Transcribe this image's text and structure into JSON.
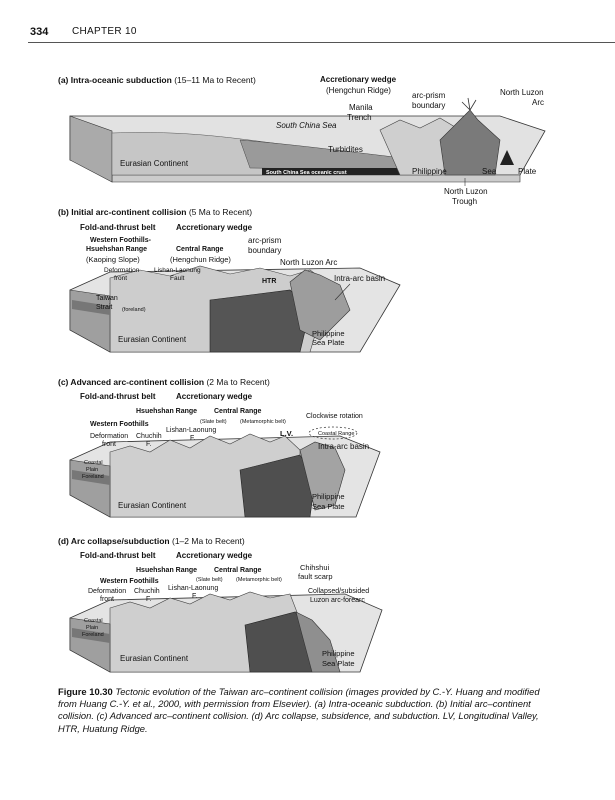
{
  "header": {
    "page_number": "334",
    "chapter": "CHAPTER 10"
  },
  "panels": {
    "a": {
      "title_bold": "(a)  Intra-oceanic subduction",
      "title_rest": " (15–11 Ma to Recent)",
      "labels": {
        "accretionary_wedge": "Accretionary wedge",
        "hengchun_ridge": "(Hengchun Ridge)",
        "manila_1": "Manila",
        "manila_2": "Trench",
        "arc_prism_1": "arc-prism",
        "arc_prism_2": "boundary",
        "north_luzon_arc_1": "North Luzon",
        "north_luzon_arc_2": "Arc",
        "south_china_sea": "South China Sea",
        "turbidites": "Turbidites",
        "eurasian": "Eurasian Continent",
        "scs_crust": "South China Sea oceanic crust",
        "philippine": "Philippine",
        "sea": "Sea",
        "plate": "Plate",
        "trough_1": "North Luzon",
        "trough_2": "Trough"
      }
    },
    "b": {
      "title_bold": "(b)  Initial arc-continent collision",
      "title_rest": " (5 Ma to Recent)",
      "labels": {
        "fold_thrust": "Fold-and-thrust belt",
        "accretionary_wedge": "Accretionary wedge",
        "western_foothills_1": "Western Foothills-",
        "western_foothills_2": "Hsuehshan Range",
        "kaoping": "(Kaoping Slope)",
        "central_range": "Central Range",
        "hengchun": "(Hengchun Ridge)",
        "arc_prism_1": "arc-prism",
        "arc_prism_2": "boundary",
        "deformation_1": "Deformation",
        "deformation_2": "front",
        "lishan_1": "Lishan-Laonung",
        "lishan_2": "Fault",
        "north_luzon_arc": "North Luzon Arc",
        "htr": "HTR",
        "intra_arc": "Intra-arc basin",
        "taiwan_1": "Taiwan",
        "taiwan_2": "Strait",
        "foreland": "(foreland)",
        "eurasian": "Eurasian Continent",
        "ps_plate_1": "Philippine",
        "ps_plate_2": "Sea Plate"
      }
    },
    "c": {
      "title_bold": "(c)  Advanced arc-continent collision",
      "title_rest": " (2 Ma to Recent)",
      "labels": {
        "fold_thrust": "Fold-and-thrust belt",
        "accretionary_wedge": "Accretionary wedge",
        "hsuehshan": "Hsuehshan Range",
        "central_range": "Central Range",
        "slate_belt": "(Slate belt)",
        "metamorphic_belt": "(Metamorphic belt)",
        "clockwise": "Clockwise rotation",
        "western_foothills": "Western Foothills",
        "deformation_1": "Deformation",
        "deformation_2": "front",
        "chuchih_1": "Chuchih",
        "chuchih_2": "F.",
        "lishan_1": "Lishan-Laonung",
        "lishan_2": "F.",
        "lv": "L.V.",
        "coastal_range": "Coastal Range",
        "intra_arc": "Intra-arc basin",
        "coastal_plain_1": "Coastal",
        "coastal_plain_2": "Plain",
        "coastal_plain_3": "Foreland",
        "eurasian": "Eurasian Continent",
        "ps_plate_1": "Philippine",
        "ps_plate_2": "Sea Plate"
      }
    },
    "d": {
      "title_bold": "(d)  Arc collapse/subduction",
      "title_rest": " (1–2 Ma to Recent)",
      "labels": {
        "fold_thrust": "Fold-and-thrust belt",
        "accretionary_wedge": "Accretionary wedge",
        "hsuehshan": "Hsuehshan Range",
        "central_range": "Central Range",
        "slate_belt": "(Slate belt)",
        "metamorphic_belt": "(Metamorphic belt)",
        "chihshui_1": "Chihshui",
        "chihshui_2": "fault scarp",
        "western_foothills": "Western Foothills",
        "deformation_1": "Deformation",
        "deformation_2": "front",
        "chuchih_1": "Chuchih",
        "chuchih_2": "F.",
        "lishan_1": "Lishan-Laonung",
        "lishan_2": "F.",
        "collapsed_1": "Collapsed/subsided",
        "collapsed_2": "Luzon arc-forearc",
        "coastal_plain_1": "Coastal",
        "coastal_plain_2": "Plain",
        "coastal_plain_3": "Foreland",
        "eurasian": "Eurasian Continent",
        "ps_plate_1": "Philippine",
        "ps_plate_2": "Sea Plate"
      }
    }
  },
  "caption": {
    "label": "Figure 10.30",
    "text": "Tectonic evolution of the Taiwan arc–continent collision (images provided by C.-Y. Huang and modified from  Huang C.-Y. et al., 2000, with permission from Elsevier). (a) Intra-oceanic subduction. (b) Initial arc–continent collision. (c) Advanced arc–continent collision. (d) Arc collapse, subsidence, and subduction. LV, Longitudinal Valley, HTR, Huatung Ridge."
  },
  "colors": {
    "top_surface": "#e4e4e4",
    "front_face": "#b8b8b8",
    "dark_crust": "#333333",
    "mid_gray": "#8a8a8a",
    "light_gray": "#cfcfcf"
  }
}
